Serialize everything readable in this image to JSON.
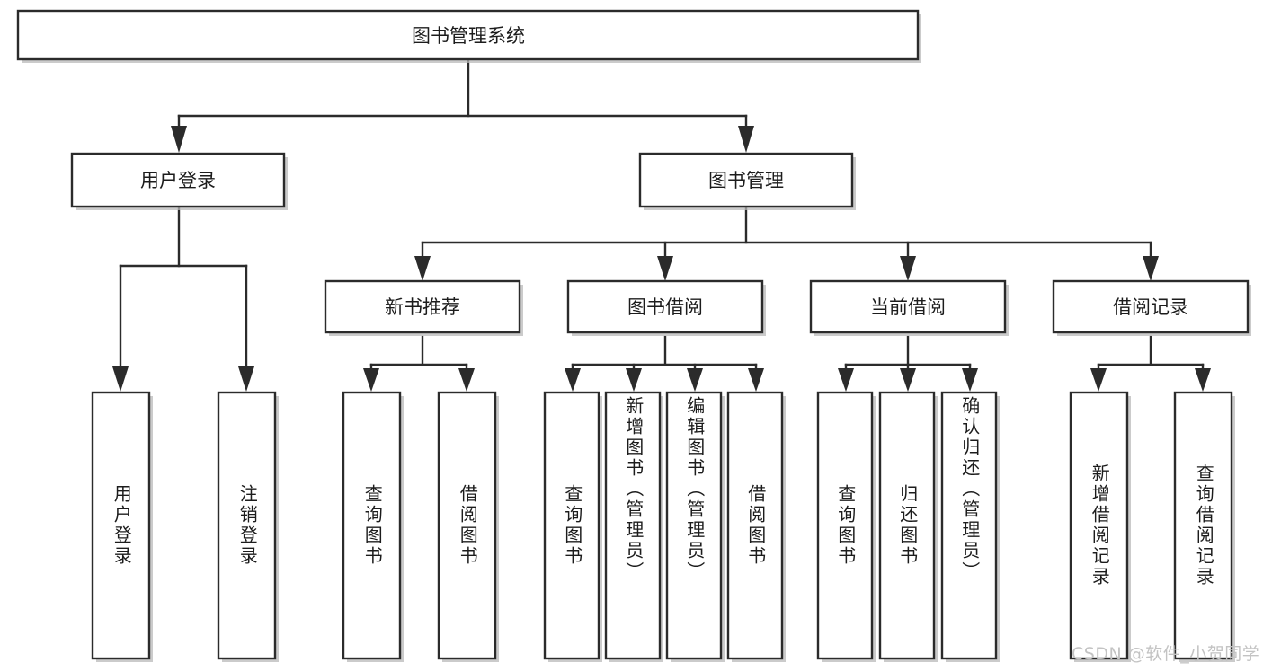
{
  "diagram": {
    "type": "tree-hierarchy",
    "title_node": {
      "label": "图书管理系统"
    },
    "level2": [
      {
        "id": "user-login",
        "label": "用户登录"
      },
      {
        "id": "book-management",
        "label": "图书管理"
      }
    ],
    "level3": [
      {
        "id": "new-book-recommend",
        "label": "新书推荐"
      },
      {
        "id": "book-borrow",
        "label": "图书借阅"
      },
      {
        "id": "current-borrow",
        "label": "当前借阅"
      },
      {
        "id": "borrow-record",
        "label": "借阅记录"
      }
    ],
    "leaves": {
      "user_login": [
        {
          "id": "leaf-user-login",
          "label": "用户登录"
        },
        {
          "id": "leaf-logout-login",
          "label": "注销登录"
        }
      ],
      "new_book_recommend": [
        {
          "id": "leaf-query-book-1",
          "label": "查询图书"
        },
        {
          "id": "leaf-borrow-book-1",
          "label": "借阅图书"
        }
      ],
      "book_borrow": [
        {
          "id": "leaf-query-book-2",
          "label": "查询图书"
        },
        {
          "id": "leaf-add-book",
          "label": "新增图书（管理员）"
        },
        {
          "id": "leaf-edit-book",
          "label": "编辑图书（管理员）"
        },
        {
          "id": "leaf-borrow-book-2",
          "label": "借阅图书"
        }
      ],
      "current_borrow": [
        {
          "id": "leaf-query-book-3",
          "label": "查询图书"
        },
        {
          "id": "leaf-return-book",
          "label": "归还图书"
        },
        {
          "id": "leaf-confirm-return",
          "label": "确认归还（管理员）"
        }
      ],
      "borrow_record": [
        {
          "id": "leaf-add-record",
          "label": "新增借阅记录"
        },
        {
          "id": "leaf-query-record",
          "label": "查询借阅记录"
        }
      ]
    }
  },
  "watermark": {
    "text": "CSDN @软件_小贺同学"
  },
  "colors": {
    "border": "#2b2b2b",
    "background": "#ffffff",
    "text": "#1c1c1c",
    "watermark": "#c3c3c3"
  }
}
